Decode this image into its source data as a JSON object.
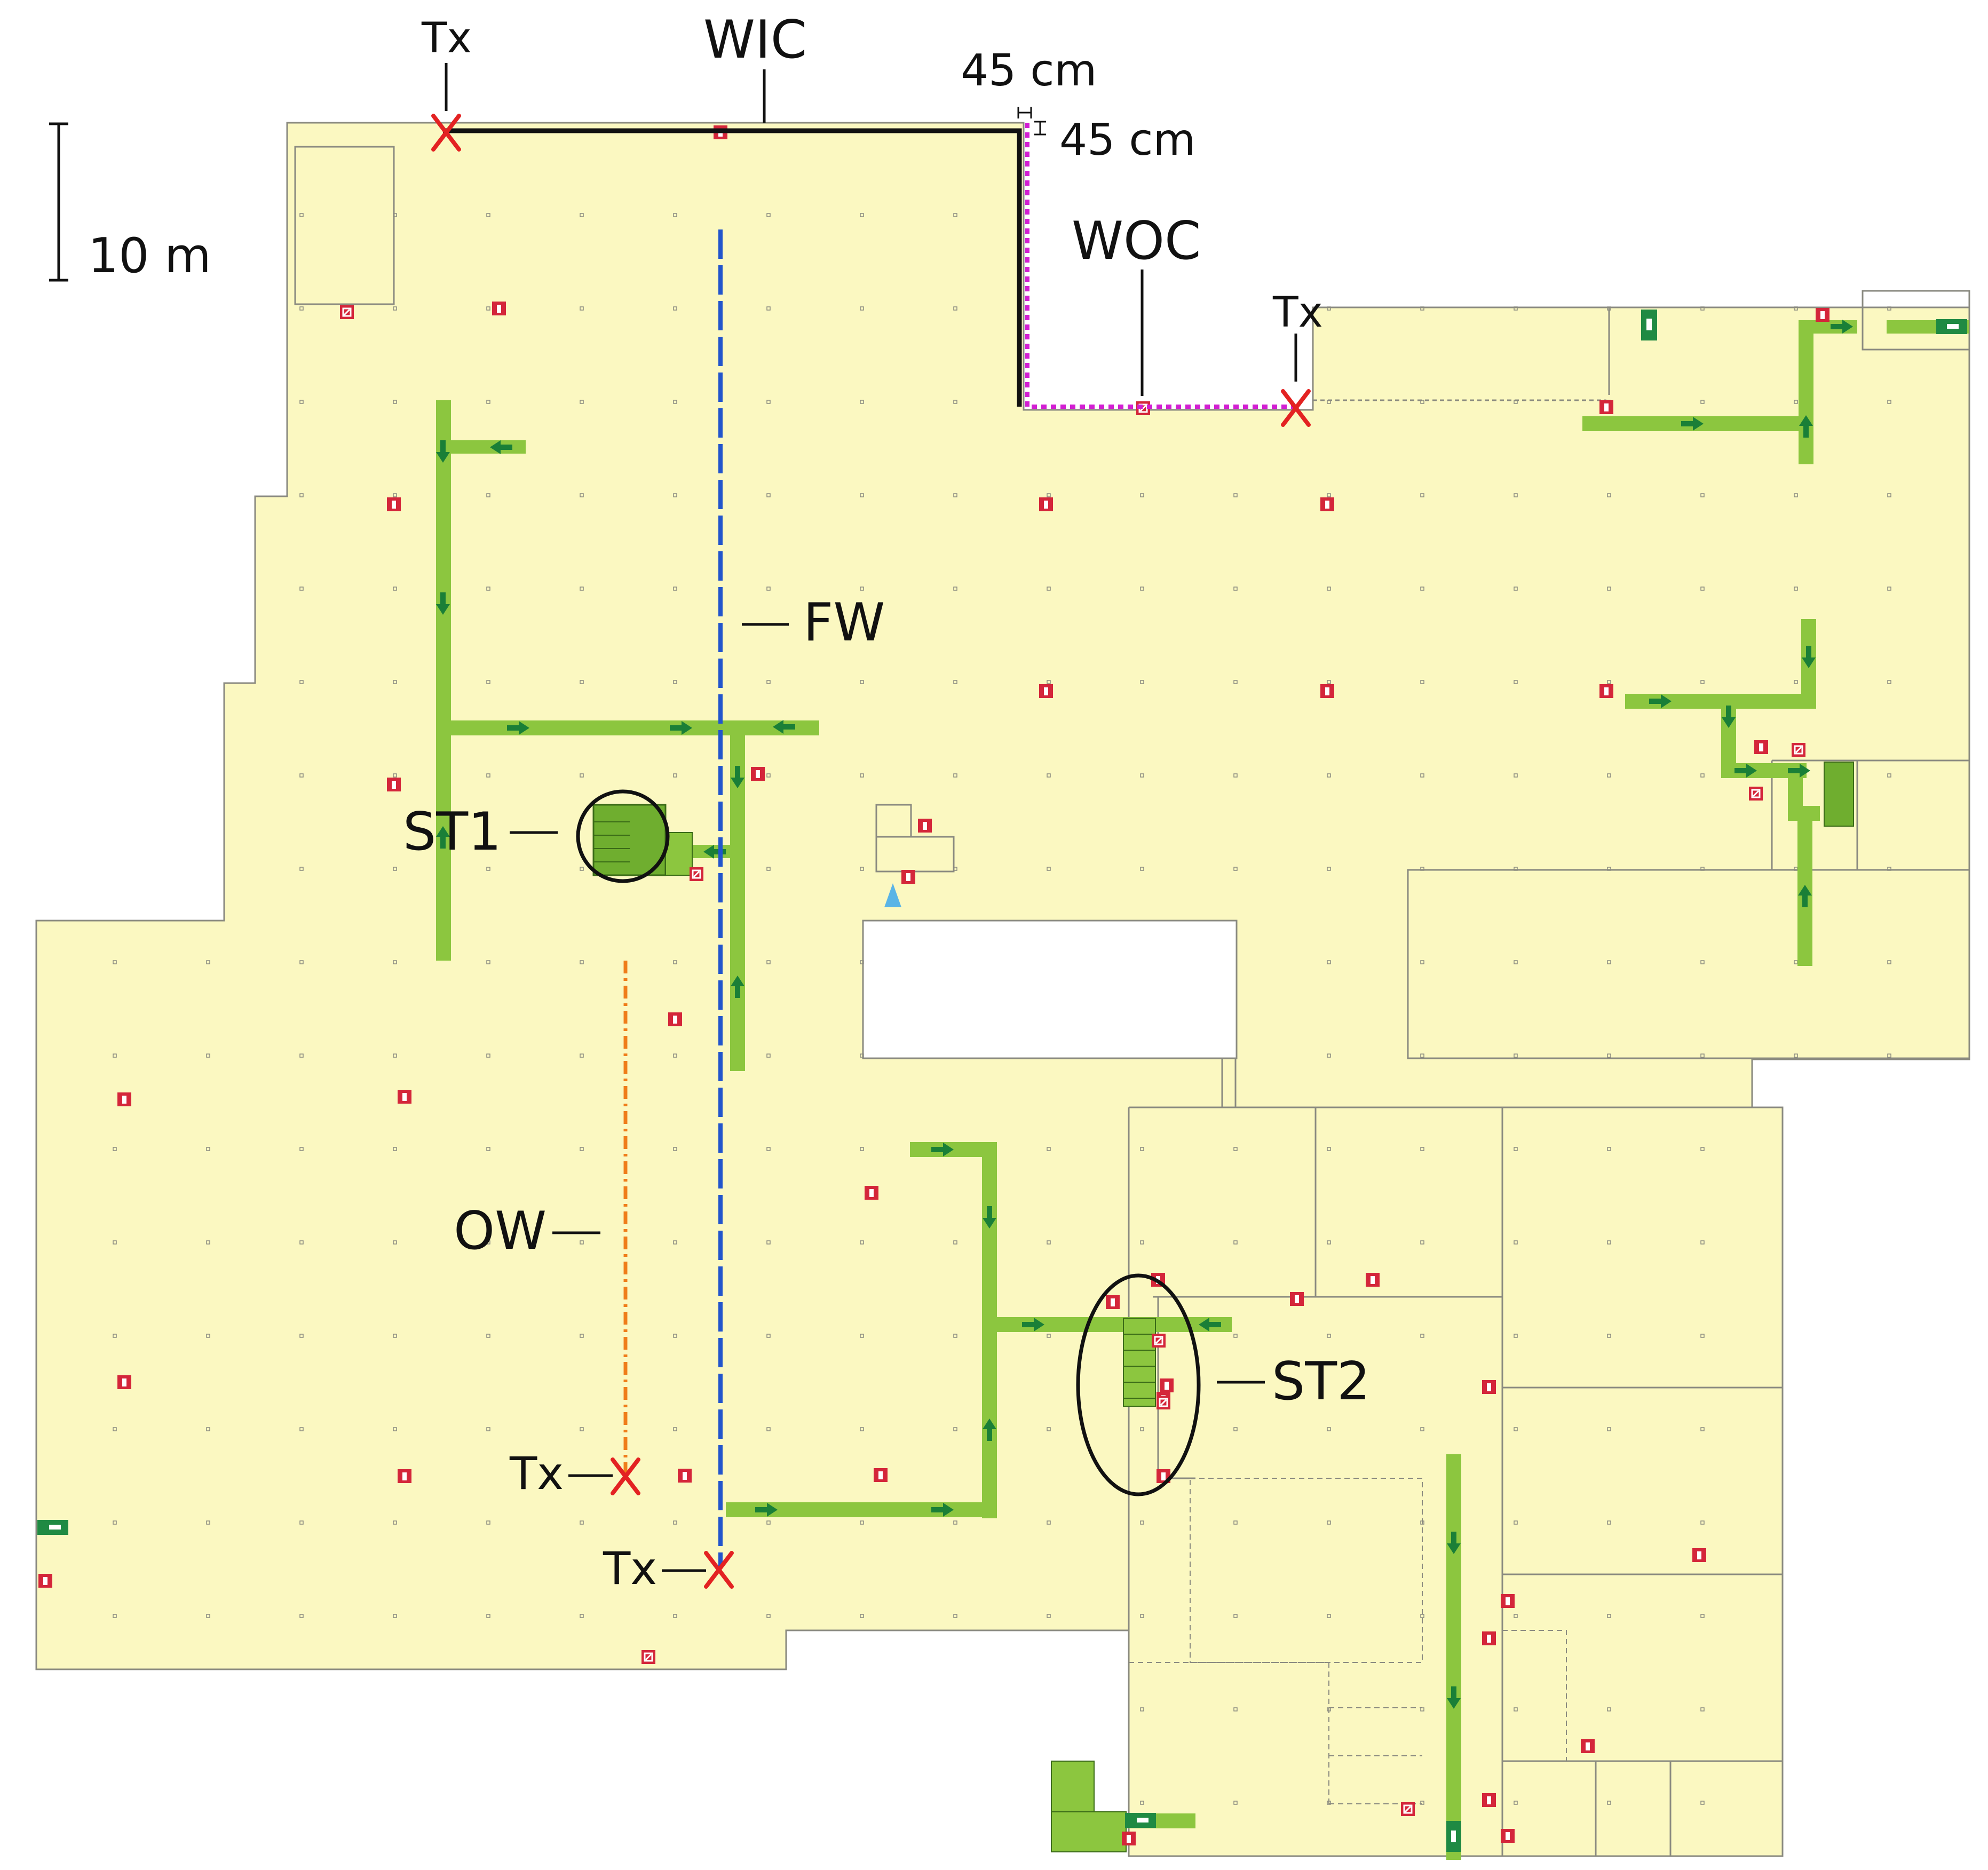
{
  "labels": {
    "scale_bar": "10 m",
    "tx": "Tx",
    "wic": "WIC",
    "woc": "WOC",
    "fw": "FW",
    "ow": "OW",
    "st1": "ST1",
    "st2": "ST2",
    "dim_top": "45 cm",
    "dim_side": "45 cm"
  },
  "colors": {
    "floor": "#fbf8c1",
    "outline": "#8a8a80",
    "escape_route": "#8cc63f",
    "arrow": "#1a7f37",
    "tx_mark": "#e32222",
    "wic_wall": "#111111",
    "woc_wall": "#d21fd2",
    "fw_line": "#2255cc",
    "ow_line": "#ef7d1a",
    "fire_equipment": "#d4263a",
    "exit_sign": "#1f8a43",
    "marker_triangle": "#5ab4e6"
  },
  "icons": [
    "fire-extinguisher-icon",
    "fire-hydrant-icon",
    "exit-sign-icon",
    "direction-arrow-icon",
    "stairs-icon",
    "door-icon",
    "tx-cross-icon"
  ]
}
